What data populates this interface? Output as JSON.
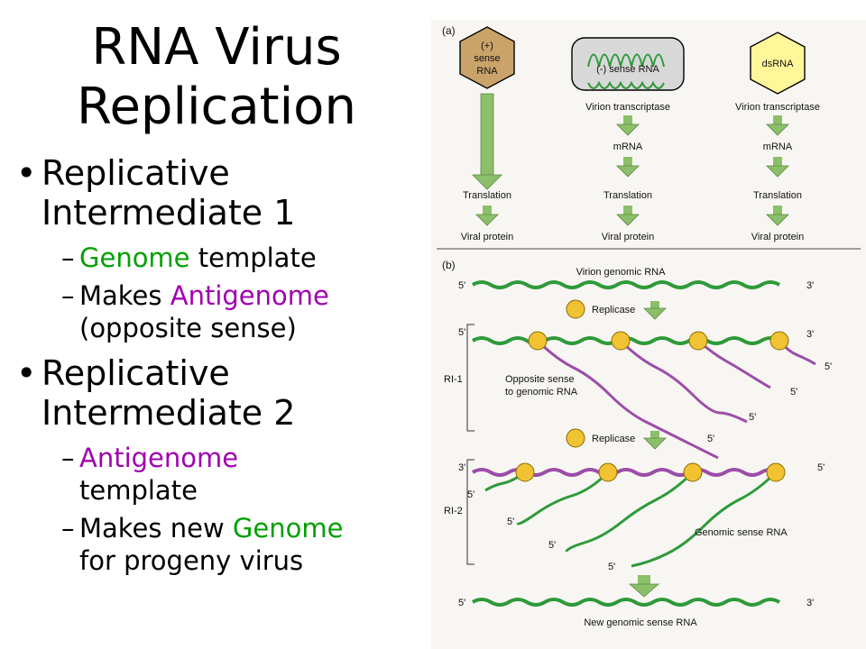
{
  "slide": {
    "title_line1": "RNA Virus",
    "title_line2": "Replication",
    "bullets": [
      {
        "line1": "Replicative",
        "line2": "Intermediate 1",
        "subs": [
          {
            "seg1": "Genome",
            "seg2": " template"
          },
          {
            "seg1": "Makes ",
            "seg2": "Antigenome",
            "line2": "(opposite sense)"
          }
        ]
      },
      {
        "line1": "Replicative",
        "line2": "Intermediate 2",
        "subs": [
          {
            "seg1": "Antigenome",
            "line2": "template"
          },
          {
            "seg1": "Makes new ",
            "seg2": "Genome",
            "line2": "for progeny virus"
          }
        ]
      }
    ]
  },
  "figure": {
    "panel_a": {
      "label": "(a)",
      "plus_virion": {
        "line1": "(+)",
        "line2": "sense",
        "line3": "RNA"
      },
      "minus_virion": {
        "label": "(-) sense RNA"
      },
      "ds_virion": {
        "label": "dsRNA"
      },
      "steps": {
        "transcriptase": "Virion transcriptase",
        "mrna": "mRNA",
        "translation": "Translation",
        "protein": "Viral protein"
      }
    },
    "panel_b": {
      "label": "(b)",
      "virion_genomic": "Virion genomic RNA",
      "replicase": "Replicase",
      "ri1": "RI-1",
      "ri2": "RI-2",
      "opposite_line1": "Opposite sense",
      "opposite_line2": "to genomic RNA",
      "genomic_sense": "Genomic sense RNA",
      "new_genomic": "New genomic sense RNA",
      "five": "5'",
      "three": "3'"
    },
    "colors": {
      "genome_green": "#2e9a3a",
      "antigenome_purple": "#9b4ea8",
      "replicase_yellow": "#f1c232",
      "arrow_green": "#8cbf6a",
      "capsid_tan": "#c9a36a",
      "capsid_yellow": "#fff79a"
    }
  }
}
